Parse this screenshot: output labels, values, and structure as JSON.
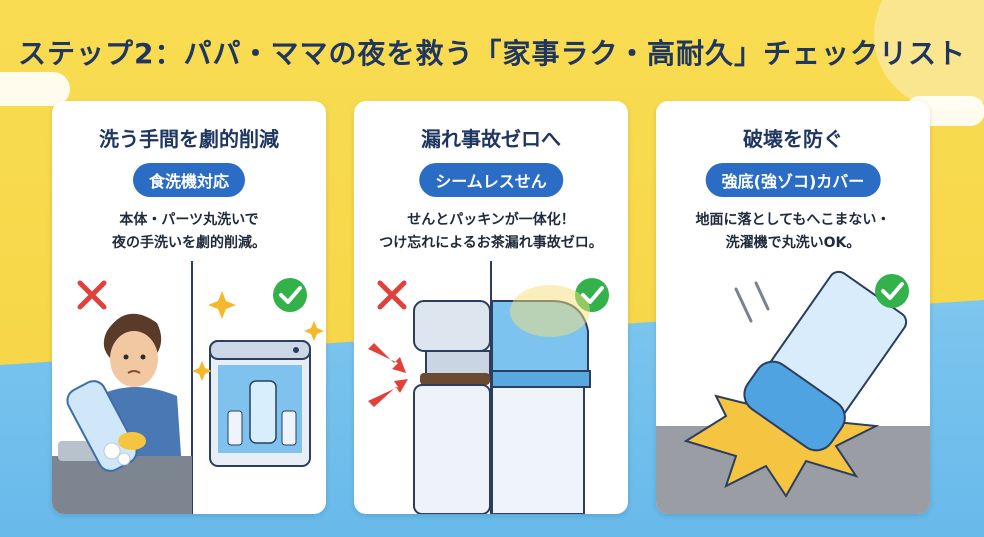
{
  "title": "ステップ2：パパ・ママの夜を救う「家事ラク・高耐久」チェックリスト",
  "cards": [
    {
      "title": "洗う手間を劇的削減",
      "badge": "食洗機対応",
      "desc_line1": "本体・パーツ丸洗いで",
      "desc_line2": "夜の手洗いを劇的削減。"
    },
    {
      "title": "漏れ事故ゼロへ",
      "badge": "シームレスせん",
      "desc_line1": "せんとパッキンが一体化！",
      "desc_line2": "つけ忘れによるお茶漏れ事故ゼロ。"
    },
    {
      "title": "破壊を防ぐ",
      "badge": "強底(強ゾコ)カバー",
      "desc_line1": "地面に落としてもへこまない・",
      "desc_line2": "洗濯機で丸洗いOK。"
    }
  ],
  "colors": {
    "navy": "#1f3760",
    "badge_blue": "#2b6cc4",
    "check_green": "#33b14a",
    "cross_red": "#e2403b",
    "bg_yellow": "#f7d84a",
    "bg_blue": "#6ab9ea"
  },
  "icons": [
    "cross-icon",
    "check-icon",
    "sparkle-icon",
    "arrow-icon"
  ]
}
